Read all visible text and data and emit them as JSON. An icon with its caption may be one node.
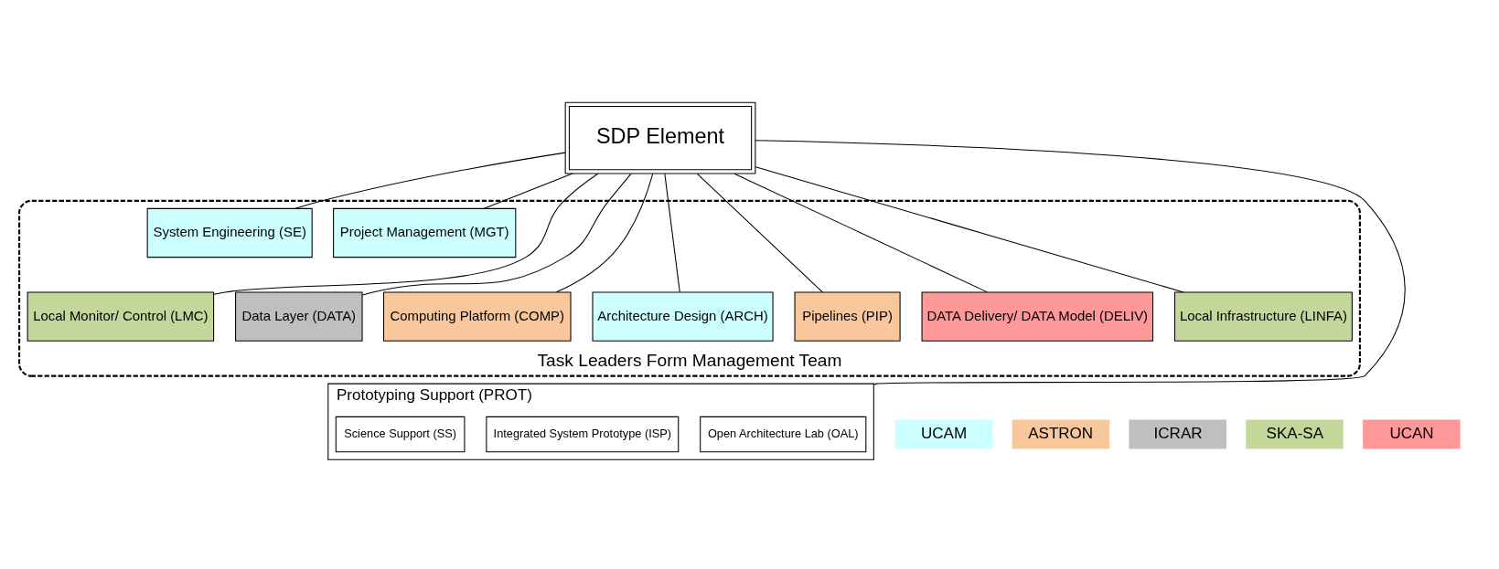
{
  "diagram": {
    "nodes": [
      {
        "text": [
          "SDP Element"
        ]
      },
      {
        "text": [
          "Task Leaders Form Management Team"
        ]
      },
      {
        "text": [
          "Project Management (MGT)"
        ],
        "in": 1
      },
      {
        "text": [
          "System Engineering (SE)"
        ],
        "in": 1
      },
      {
        "text": [
          "Local Monitor/ Control (LMC)"
        ],
        "in": 1
      },
      {
        "text": [
          "Data Layer (DATA)"
        ],
        "in": 1
      },
      {
        "text": [
          "Computing Platform (COMP)"
        ],
        "in": 1
      },
      {
        "text": [
          "Architecture Design (ARCH)"
        ],
        "in": 1
      },
      {
        "text": [
          "Pipelines (PIP)"
        ],
        "in": 1
      },
      {
        "text": [
          "DATA Delivery/ DATA Model (DELIV)"
        ],
        "in": 1
      },
      {
        "text": [
          "Local Infrastructure (LINFA)"
        ],
        "in": 1
      },
      {
        "text": [
          "Prototyping Support (PROT)"
        ]
      },
      {
        "text": [
          "Open Architecture Lab (OAL)"
        ],
        "in": 11
      },
      {
        "text": [
          "Integrated System Prototype (ISP)"
        ],
        "in": 11
      },
      {
        "text": [
          "Science Support (SS)"
        ],
        "in": 11
      }
    ],
    "edges": [
      {
        "from": 0,
        "to": 2,
        "arrow": "none"
      },
      {
        "from": 0,
        "to": 3,
        "arrow": "none"
      },
      {
        "from": 0,
        "to": 4,
        "arrow": "none"
      },
      {
        "from": 0,
        "to": 5,
        "arrow": "none"
      },
      {
        "from": 0,
        "to": 6,
        "arrow": "none"
      },
      {
        "from": 0,
        "to": 7,
        "arrow": "none"
      },
      {
        "from": 0,
        "to": 8,
        "arrow": "none"
      },
      {
        "from": 0,
        "to": 9,
        "arrow": "none"
      },
      {
        "from": 0,
        "to": 10,
        "arrow": "none"
      },
      {
        "from": 0,
        "to": 11,
        "arrow": "none"
      }
    ],
    "legend": [
      {
        "text": "UCAM",
        "color": "#ccffff"
      },
      {
        "text": "ASTRON",
        "color": "#f8c89c"
      },
      {
        "text": "ICRAR",
        "color": "#bfbfbf"
      },
      {
        "text": "SKA-SA",
        "color": "#c4d79b"
      },
      {
        "text": "UCAN",
        "color": "#ff9999"
      }
    ]
  }
}
